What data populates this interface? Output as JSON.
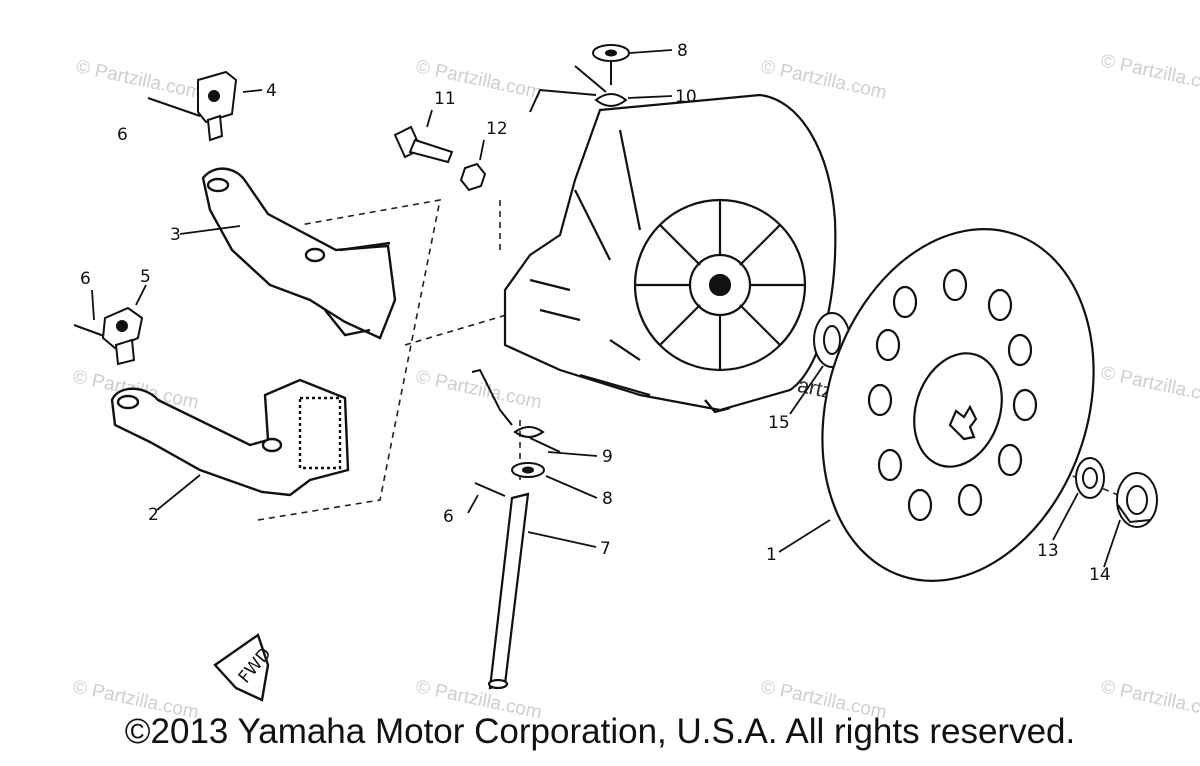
{
  "labels": {
    "p1": "1",
    "p2": "2",
    "p3": "3",
    "p4": "4",
    "p5": "5",
    "p6a": "6",
    "p6b": "6",
    "p6c": "6",
    "p7": "7",
    "p8a": "8",
    "p8b": "8",
    "p9": "9",
    "p10": "10",
    "p11": "11",
    "p12": "12",
    "p13": "13",
    "p14": "14",
    "p15": "15"
  },
  "fwd_stamp": "FWD",
  "watermark": "© Partzilla.com",
  "copyright": "©2013 Yamaha Motor Corporation, U.S.A. All rights reserved."
}
